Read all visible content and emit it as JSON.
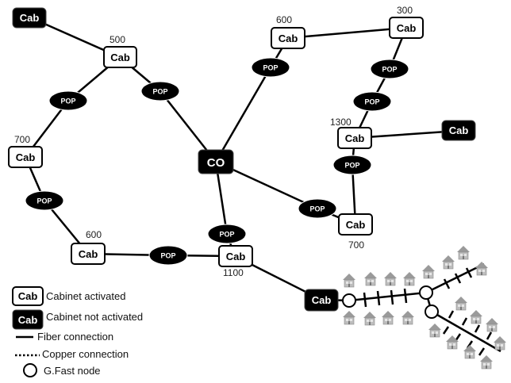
{
  "colors": {
    "fiber": "#000000",
    "node_fill": "#ffffff",
    "inactive_fill": "#000000",
    "pop_fill": "#000000",
    "house": "#9a9a9a"
  },
  "nodes": {
    "co_label": "CO",
    "cab_label": "Cab",
    "pop_label": "POP"
  },
  "numbers": {
    "n500": "500",
    "n600_top": "600",
    "n300": "300",
    "n700_left": "700",
    "n1300": "1300",
    "n600_bottom": "600",
    "n1100": "1100",
    "n700_right": "700"
  },
  "legend": {
    "cab_sample": "Cab",
    "activated": "Cabinet activated",
    "not_activated": "Cabinet not activated",
    "fiber": "Fiber connection",
    "copper": "Copper connection",
    "gfast": "G.Fast node"
  },
  "icons": {
    "house": "house-icon",
    "gfast_node": "circle-node-icon"
  }
}
